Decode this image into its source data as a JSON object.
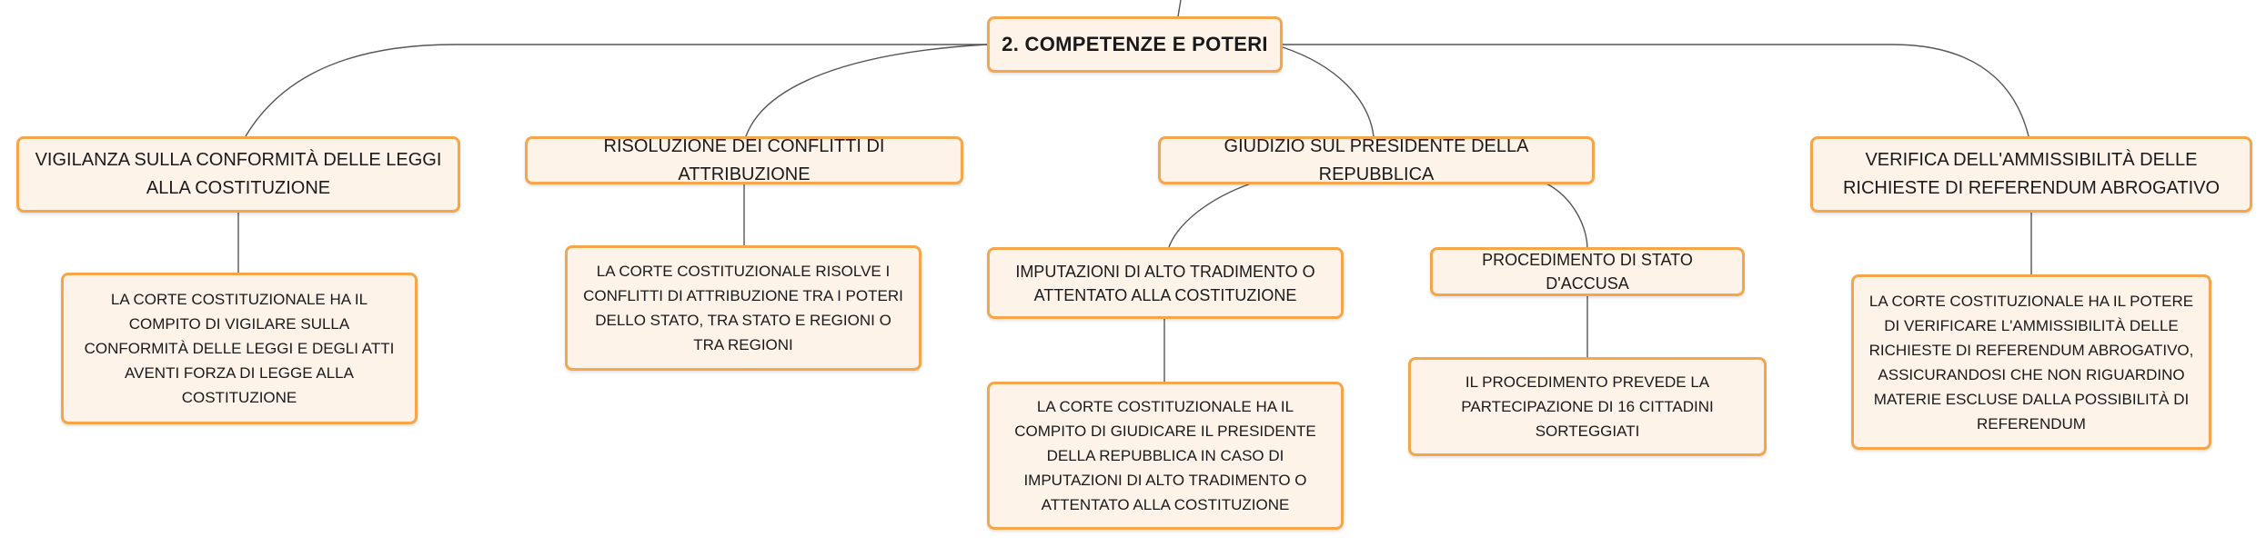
{
  "root": {
    "label": "2. COMPETENZE E POTERI"
  },
  "branches": [
    {
      "label": "VIGILANZA SULLA CONFORMITÀ DELLE LEGGI ALLA COSTITUZIONE",
      "detail": "LA CORTE COSTITUZIONALE HA IL COMPITO DI VIGILARE SULLA CONFORMITÀ DELLE LEGGI E DEGLI ATTI AVENTI FORZA DI LEGGE ALLA COSTITUZIONE"
    },
    {
      "label": "RISOLUZIONE DEI CONFLITTI DI ATTRIBUZIONE",
      "detail": "LA CORTE COSTITUZIONALE RISOLVE I CONFLITTI DI ATTRIBUZIONE TRA I POTERI DELLO STATO, TRA STATO E REGIONI O TRA REGIONI"
    },
    {
      "label": "GIUDIZIO SUL PRESIDENTE DELLA REPUBBLICA",
      "children": [
        {
          "label": "IMPUTAZIONI DI ALTO TRADIMENTO O ATTENTATO ALLA COSTITUZIONE",
          "detail": "LA CORTE COSTITUZIONALE HA IL COMPITO DI GIUDICARE IL PRESIDENTE DELLA REPUBBLICA IN CASO DI IMPUTAZIONI DI ALTO TRADIMENTO O ATTENTATO ALLA COSTITUZIONE"
        },
        {
          "label": "PROCEDIMENTO DI STATO D'ACCUSA",
          "detail": "IL PROCEDIMENTO PREVEDE LA PARTECIPAZIONE DI 16 CITTADINI SORTEGGIATI"
        }
      ]
    },
    {
      "label": "VERIFICA DELL'AMMISSIBILITÀ DELLE RICHIESTE DI REFERENDUM ABROGATIVO",
      "detail": "LA CORTE COSTITUZIONALE HA IL POTERE DI VERIFICARE L'AMMISSIBILITÀ DELLE RICHIESTE DI REFERENDUM ABROGATIVO, ASSICURANDOSI CHE NON RIGUARDINO MATERIE ESCLUSE DALLA POSSIBILITÀ DI REFERENDUM"
    }
  ],
  "colors": {
    "border": "#f5a54a",
    "fill": "#fdf3e9",
    "line": "#555555"
  }
}
